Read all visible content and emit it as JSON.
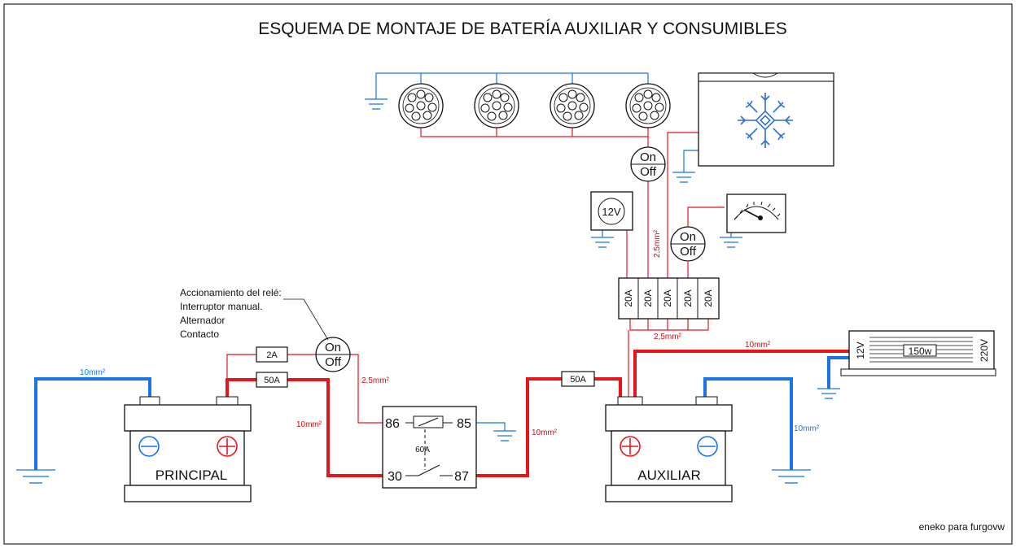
{
  "title": "ESQUEMA DE MONTAJE DE BATERÍA AUXILIAR Y CONSUMIBLES",
  "credit": "eneko para furgovw",
  "relay_note": {
    "line1": "Accionamiento del relé:",
    "line2": "Interruptor manual.",
    "line3": "Alternador",
    "line4": "Contacto"
  },
  "batteries": {
    "principal": "PRINCIPAL",
    "auxiliar": "AUXILIAR"
  },
  "fuses": {
    "small": "2A",
    "main_left": "50A",
    "main_right": "50A",
    "block": [
      "20A",
      "20A",
      "20A",
      "20A",
      "20A"
    ]
  },
  "switches": {
    "on": "On",
    "off": "Off"
  },
  "relay": {
    "t86": "86",
    "t85": "85",
    "t30": "30",
    "t87": "87",
    "rating": "60A"
  },
  "wire_labels": {
    "w10_left": "10mm²",
    "w10_principal": "10mm²",
    "w10_relay": "10mm²",
    "w10_top": "10mm²",
    "w10_right": "10mm²",
    "w25_relay": "2,5mm²",
    "w25_vertical": "2,5mm²",
    "w25_block": "2,5mm²"
  },
  "voltmeter": "12V",
  "inverter": {
    "input": "12V",
    "power": "150w",
    "output": "220V"
  },
  "colors": {
    "positive": "#e8141c",
    "negative": "#1a73e8",
    "snow": "#2b6fd6",
    "line": "#111111"
  }
}
